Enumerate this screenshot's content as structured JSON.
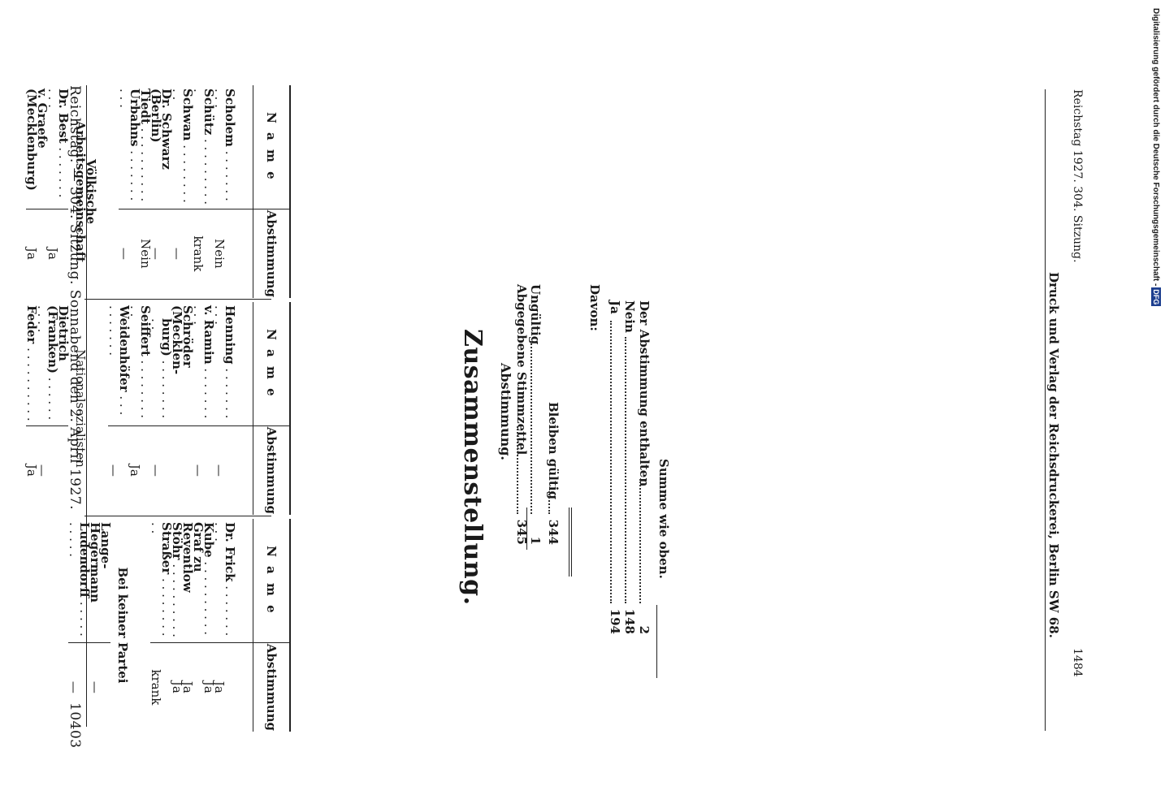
{
  "header": {
    "left": "Reichstag. — 304. Sitzung. Sonnabend den 2. April 1927.",
    "page_number": "10403"
  },
  "columns": [
    {
      "name_header": "N a m e",
      "vote_header": "Abstimmung",
      "rows": [
        {
          "name": "Scholem",
          "vote": "Nein"
        },
        {
          "name": "Schütz",
          "vote": "krank"
        },
        {
          "name": "Schwan",
          "vote": "—"
        },
        {
          "name": "Dr. Schwarz (Berlin)",
          "vote": "—"
        },
        {
          "name": "Tiedt",
          "vote": "Nein"
        },
        {
          "name": "Urbahns",
          "vote": "—"
        }
      ],
      "group": "Völkische Arbeitsgemeinschaft",
      "group_rows": [
        {
          "name": "Dr. Best",
          "vote": "Ja"
        },
        {
          "name": "v. Graefe (Mecklenburg)",
          "vote": "Ja"
        }
      ]
    },
    {
      "name_header": "N a m e",
      "vote_header": "Abstimmung",
      "rows": [
        {
          "name": "Henning",
          "vote": "—"
        },
        {
          "name": "v. Ramin",
          "vote": "—"
        },
        {
          "name": "Schröder (Mecklen-",
          "vote": ""
        },
        {
          "name": "burg)",
          "vote": "—"
        },
        {
          "name": "Seiffert",
          "vote": "Ja"
        },
        {
          "name": "Weidenhöfer",
          "vote": "—"
        }
      ],
      "group": "Nationalsozialisten",
      "group_rows": [
        {
          "name": "Dietrich (Franken)",
          "vote": "—"
        },
        {
          "name": "Feder",
          "vote": "Ja"
        }
      ]
    },
    {
      "name_header": "N a m e",
      "vote_header": "Abstimmung",
      "rows": [
        {
          "name": "Dr. Frick",
          "vote": "Ja"
        },
        {
          "name": "Kube",
          "vote": "Ja"
        },
        {
          "name": "Graf zu Reventlow",
          "vote": "Ja"
        },
        {
          "name": "Stöhr",
          "vote": "Ja"
        },
        {
          "name": "Straßer",
          "vote": "krank"
        }
      ],
      "group": "Bei keiner Partei",
      "group_rows": [
        {
          "name": "Lange-Hegermann",
          "vote": "—"
        },
        {
          "name": "Ludendorff",
          "vote": "—"
        }
      ]
    }
  ],
  "summary": {
    "title": "Zusammenstellung.",
    "subtitle": "Abstimmung.",
    "lines": [
      {
        "label": "Abgegebene Stimmzettel",
        "value": "345"
      },
      {
        "label": "Ungültig",
        "value": "1"
      },
      {
        "label": "Bleiben gültig",
        "value": "344"
      }
    ],
    "davon": "Davon:",
    "davon_lines": [
      {
        "label": "Ja",
        "value": "194"
      },
      {
        "label": "Nein",
        "value": "148"
      },
      {
        "label": "Der Abstimmung enthalten",
        "value": "2"
      }
    ],
    "closing": "Summe wie oben."
  },
  "imprint": "Druck und Verlag der Reichsdruckerei, Berlin SW 68.",
  "footer": {
    "left": "Reichstag 1927.   304. Sitzung.",
    "right": "1484"
  },
  "side_note": "Digitalisierung gefördert durch die Deutsche Forschungsgemeinschaft -",
  "side_badge": "DFG"
}
